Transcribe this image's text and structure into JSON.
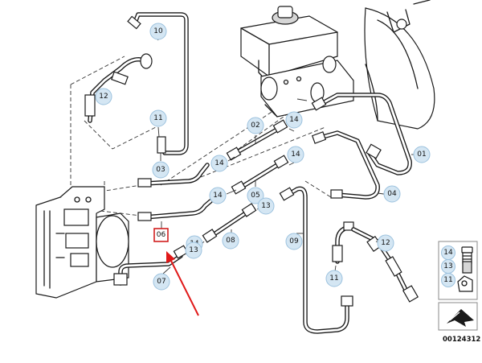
{
  "diagram": {
    "callouts": [
      {
        "id": "c-10",
        "label": "10"
      },
      {
        "id": "c-12a",
        "label": "12"
      },
      {
        "id": "c-11a",
        "label": "11"
      },
      {
        "id": "c-03",
        "label": "03"
      },
      {
        "id": "c-02",
        "label": "02"
      },
      {
        "id": "c-14a",
        "label": "14"
      },
      {
        "id": "c-14b",
        "label": "14"
      },
      {
        "id": "c-14c",
        "label": "14"
      },
      {
        "id": "c-14d",
        "label": "14"
      },
      {
        "id": "c-14e",
        "label": "14"
      },
      {
        "id": "c-05",
        "label": "05"
      },
      {
        "id": "c-13a",
        "label": "13"
      },
      {
        "id": "c-13b",
        "label": "13"
      },
      {
        "id": "c-08",
        "label": "08"
      },
      {
        "id": "c-07",
        "label": "07"
      },
      {
        "id": "c-09",
        "label": "09"
      },
      {
        "id": "c-01",
        "label": "01"
      },
      {
        "id": "c-04",
        "label": "04"
      },
      {
        "id": "c-12b",
        "label": "12"
      },
      {
        "id": "c-11b",
        "label": "11"
      }
    ],
    "highlighted_label": "06",
    "legend": {
      "items": [
        {
          "label": "14"
        },
        {
          "label": "13"
        },
        {
          "label": "11"
        }
      ]
    },
    "reference_number": "00124312"
  }
}
